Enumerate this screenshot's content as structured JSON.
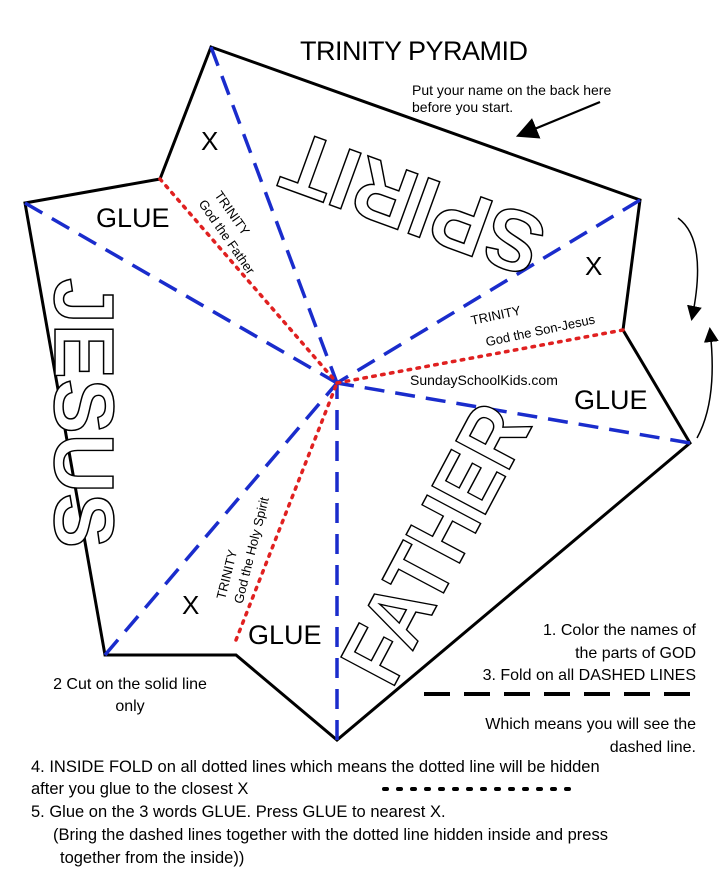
{
  "title": "TRINITY PYRAMID",
  "name_note": "Put your name on the back here before you start.",
  "words": {
    "spirit": "SPIRIT",
    "jesus": "JESUS",
    "father": "FATHER"
  },
  "glue_label": "GLUE",
  "x_label": "X",
  "trinity_label": "TRINITY",
  "panels": {
    "father": "God the Father",
    "son": "God the Son-Jesus",
    "spirit": "God the Holy Spirit"
  },
  "website": "SundaySchoolKids.com",
  "cut_note": "2 Cut on the solid line only",
  "instructions": {
    "step1_line1": "1. Color the names of",
    "step1_line2": "the parts of GOD",
    "step3": "3.  Fold on all DASHED LINES",
    "dashed_note_line1": "Which means you will see the",
    "dashed_note_line2": "dashed line.",
    "step4_line1": "4. INSIDE FOLD on all dotted lines which means the dotted line will be hidden",
    "step4_line2": "after you glue to the closest X",
    "step5_line1": "5. Glue on the 3 words GLUE. Press GLUE to nearest X.",
    "step5_line2": "(Bring the dashed lines together with the dotted line hidden inside and press",
    "step5_line3": "together from the inside))"
  },
  "colors": {
    "dashed": "#1a2ccc",
    "dotted": "#e02020",
    "outline": "#000000"
  }
}
